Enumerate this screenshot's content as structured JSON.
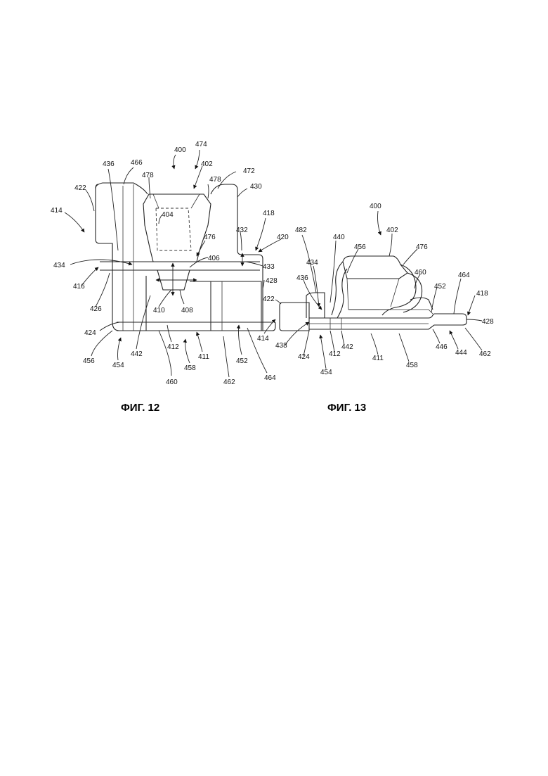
{
  "figures": [
    {
      "caption": "ФИГ. 12",
      "labels": [
        "400",
        "474",
        "402",
        "472",
        "478",
        "478",
        "466",
        "436",
        "422",
        "430",
        "414",
        "404",
        "418",
        "432",
        "420",
        "476",
        "406",
        "433",
        "434",
        "428",
        "416",
        "426",
        "410",
        "408",
        "424",
        "442",
        "412",
        "411",
        "414",
        "456",
        "454",
        "458",
        "452",
        "460",
        "462",
        "464"
      ]
    },
    {
      "caption": "ФИГ. 13",
      "labels": [
        "400",
        "402",
        "482",
        "440",
        "456",
        "476",
        "434",
        "460",
        "436",
        "464",
        "452",
        "418",
        "422",
        "428",
        "438",
        "424",
        "412",
        "442",
        "411",
        "454",
        "458",
        "446",
        "444",
        "462"
      ]
    }
  ]
}
